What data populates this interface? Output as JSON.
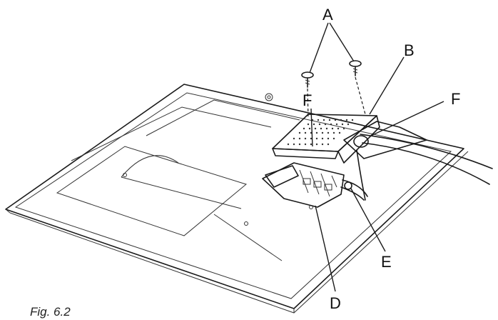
{
  "labels": {
    "a": "A",
    "b": "B",
    "f_left": "F",
    "f_right": "F",
    "e": "E",
    "d": "D"
  },
  "caption": "Fig. 6.2",
  "colors": {
    "plate_fill": "#ececec",
    "plate_shade": "#d9d9d9",
    "panel_fill": "#e3e3e3",
    "ink": "#1a1a1a"
  }
}
